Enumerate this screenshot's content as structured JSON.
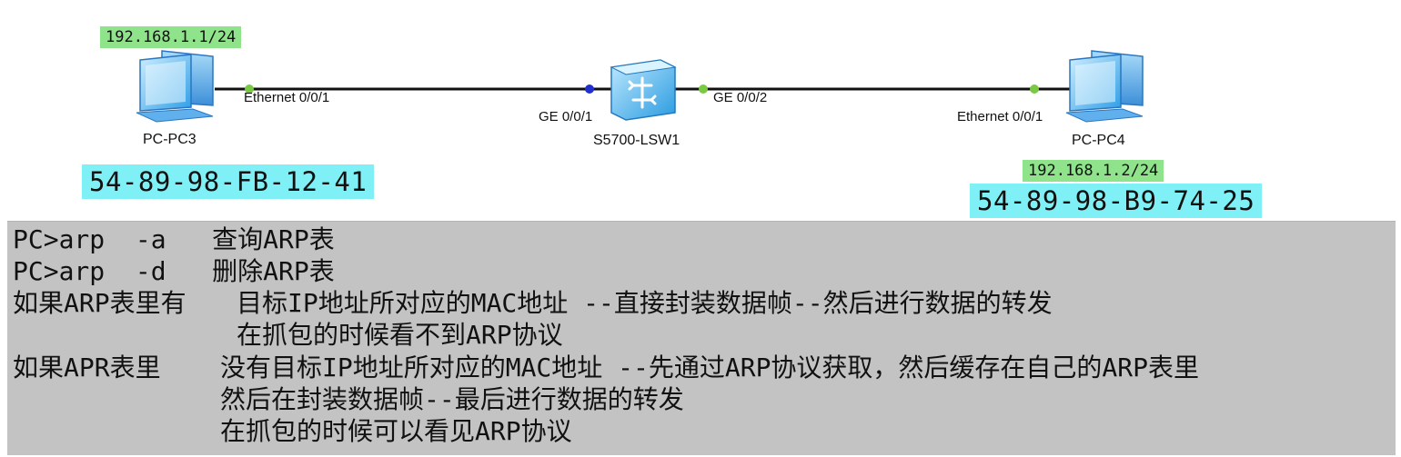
{
  "topology": {
    "pc3": {
      "name": "PC-PC3",
      "ip": "192.168.1.1/24",
      "mac": "54-89-98-FB-12-41",
      "port": "Ethernet 0/0/1"
    },
    "pc4": {
      "name": "PC-PC4",
      "ip": "192.168.1.2/24",
      "mac": "54-89-98-B9-74-25",
      "port": "Ethernet 0/0/1"
    },
    "switch": {
      "name": "S5700-LSW1",
      "port_left": "GE 0/0/1",
      "port_right": "GE 0/0/2"
    },
    "colors": {
      "ip_badge": "#8fe38a",
      "mac_badge": "#7ff1f6",
      "link_up": "#7ac943",
      "link_blue": "#1f2fd0",
      "notes_bg": "#c3c3c3"
    }
  },
  "notes": {
    "line1_cmd": "PC>arp  -a",
    "line1_desc": "查询ARP表",
    "line2_cmd": "PC>arp  -d",
    "line2_desc": "删除ARP表",
    "line3_lead": "如果ARP表里有",
    "line3_text": "目标IP地址所对应的MAC地址 --直接封装数据帧--然后进行数据的转发",
    "line4_text": "在抓包的时候看不到ARP协议",
    "line5_lead": "如果APR表里",
    "line5_text": "没有目标IP地址所对应的MAC地址 --先通过ARP协议获取，然后缓存在自己的ARP表里",
    "line6_text": "然后在封装数据帧--最后进行数据的转发",
    "line7_text": "在抓包的时候可以看见ARP协议"
  }
}
